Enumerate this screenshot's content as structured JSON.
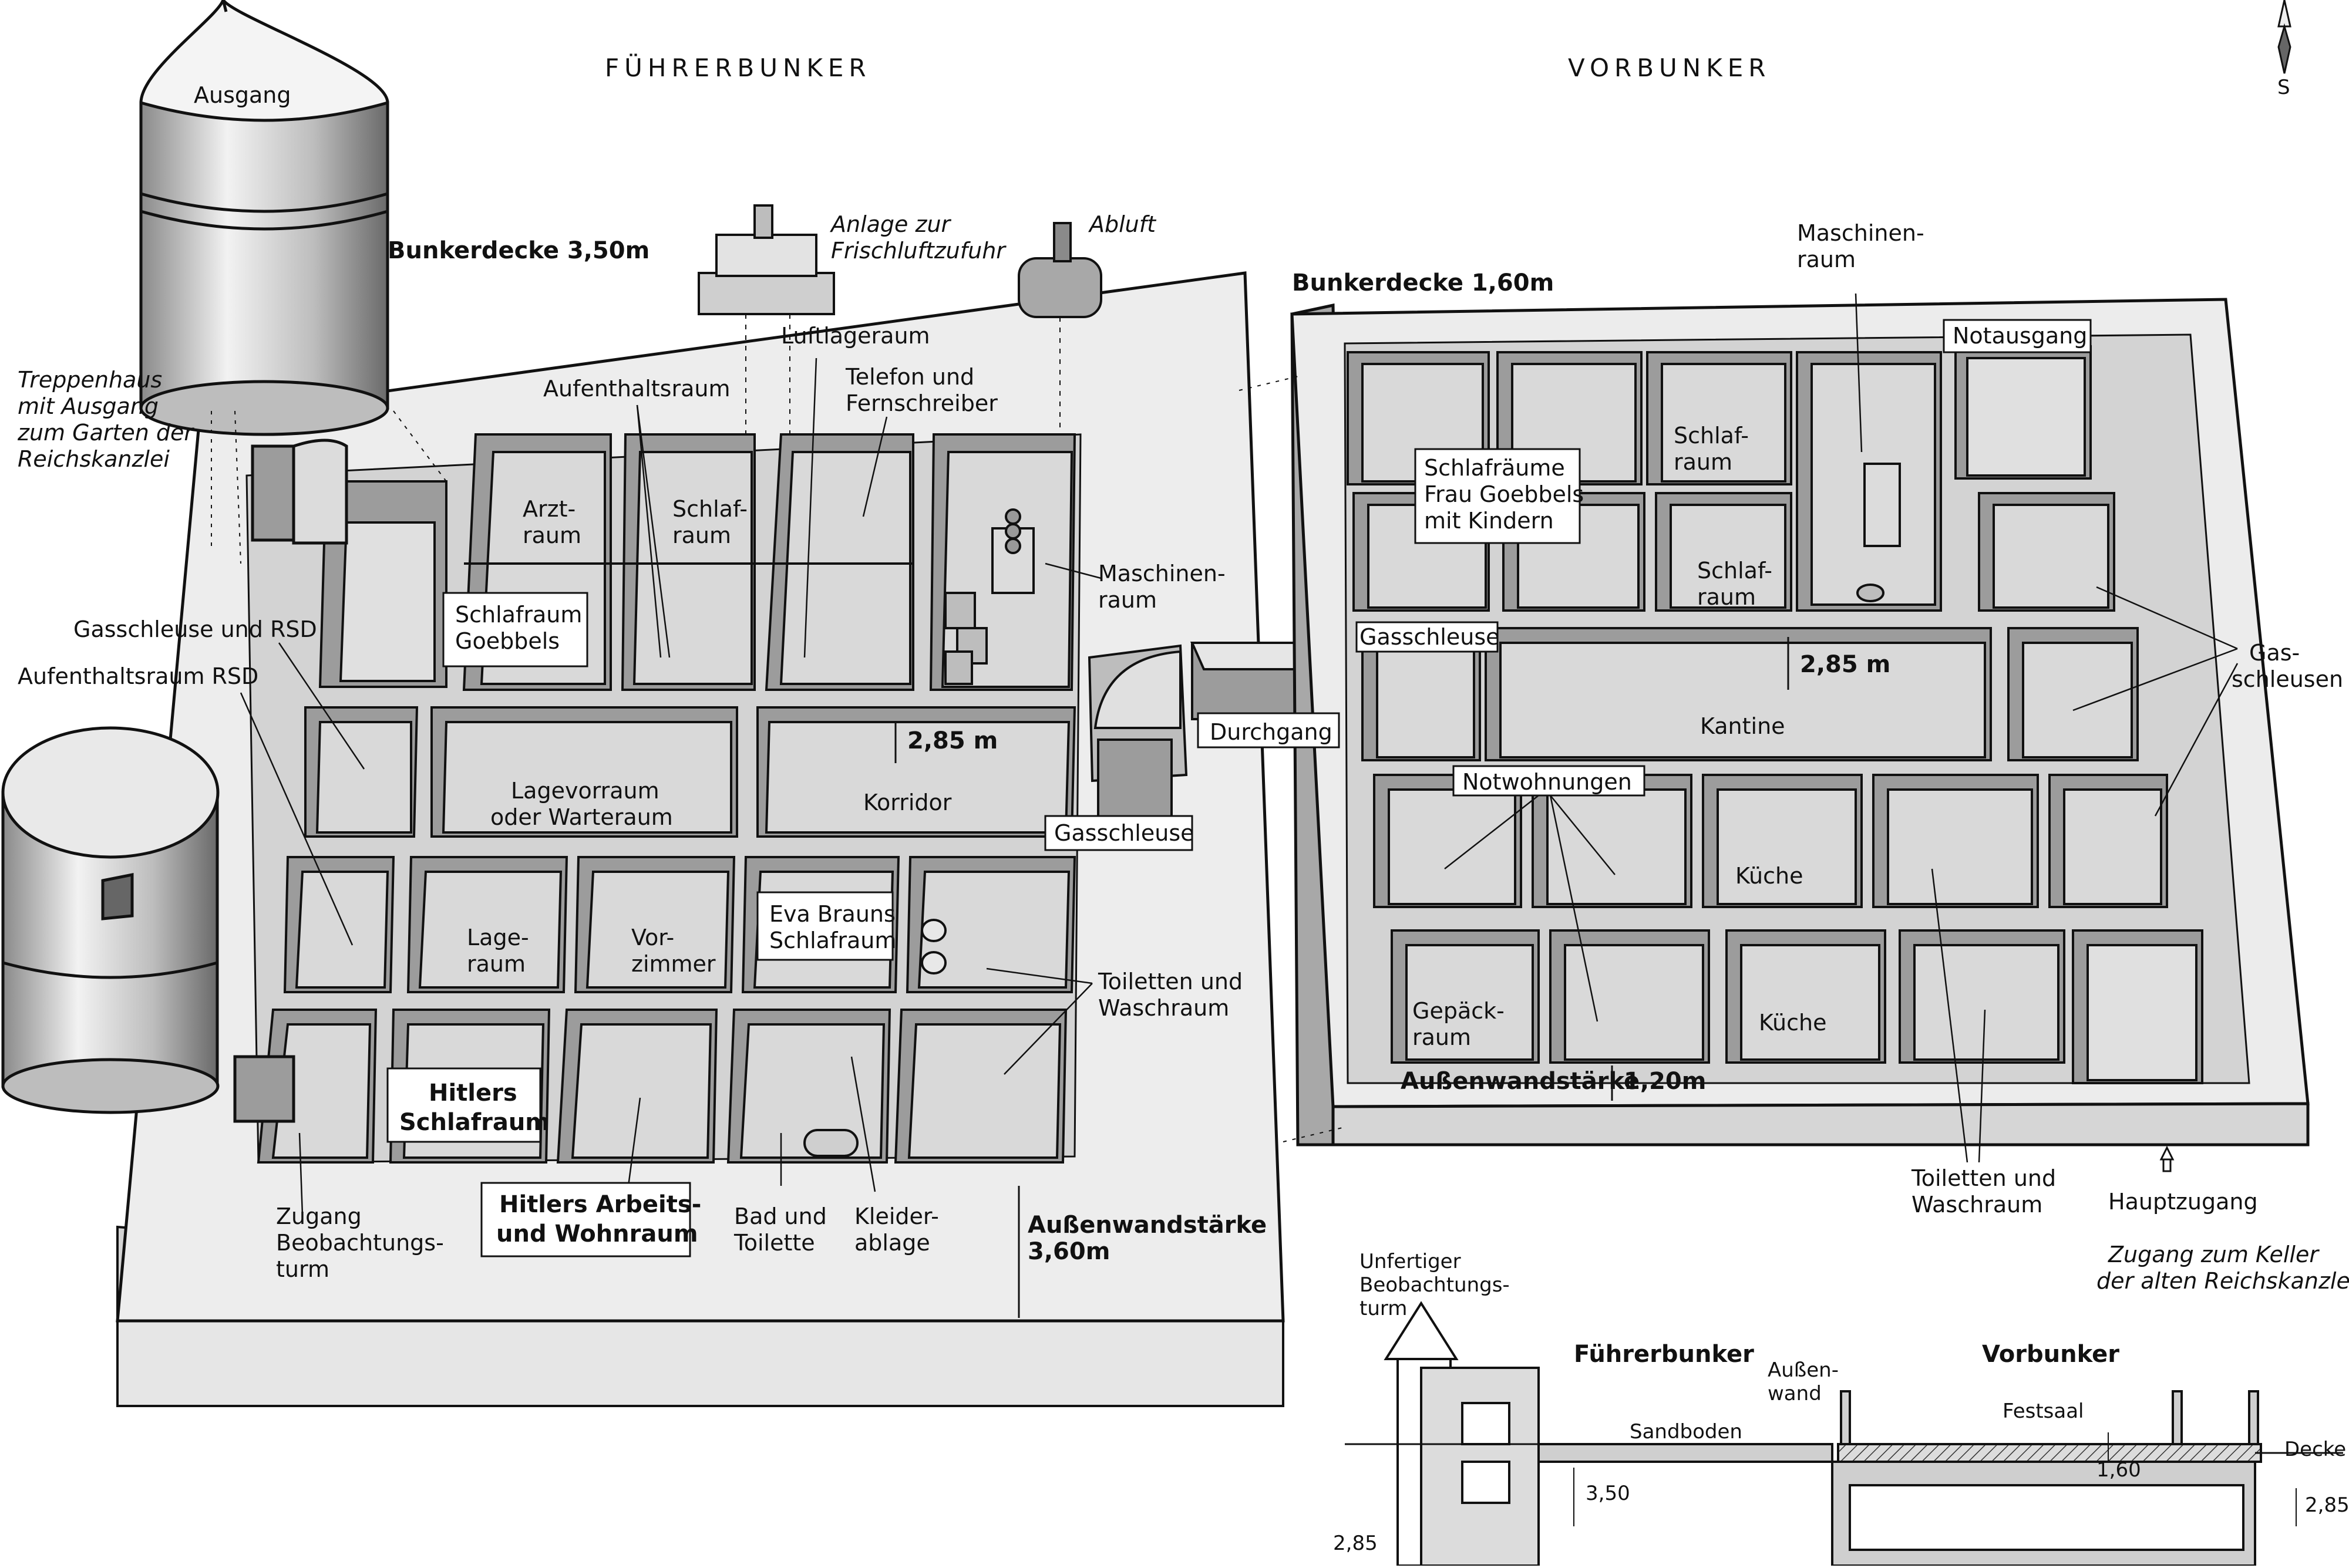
{
  "titles": {
    "fuehrerbunker": "FÜHRERBUNKER",
    "vorbunker": "VORBUNKER"
  },
  "compass": {
    "south": "S"
  },
  "fuehrerbunker": {
    "ceiling": "Bunkerdecke 3,50m",
    "outer_wall": [
      "Außenwandstärke",
      "3,60m"
    ],
    "stair_tower": "Ausgang",
    "stairwell_note": [
      "Treppenhaus",
      "mit Ausgang",
      "zum Garten der",
      "Reichskanzlei"
    ],
    "fresh_air": [
      "Anlage zur",
      "Frischluftzufuhr"
    ],
    "exhaust": "Abluft",
    "rooms": {
      "aufenthaltsraum": "Aufenthaltsraum",
      "luftlageraum": "Luftlageraum",
      "telefon": [
        "Telefon und",
        "Fernschreiber"
      ],
      "arzt": [
        "Arzt-",
        "raum"
      ],
      "schlaf": [
        "Schlaf-",
        "raum"
      ],
      "maschinen": [
        "Maschinen-",
        "raum"
      ],
      "schlafraum_goebbels": [
        "Schlafraum",
        "Goebbels"
      ],
      "gasschleuse_rsd": "Gasschleuse und RSD",
      "aufenthaltsraum_rsd": "Aufenthaltsraum RSD",
      "height": "2,85 m",
      "lagevorraum": [
        "Lagevorraum",
        "oder Warteraum"
      ],
      "korridor": "Korridor",
      "gasschleuse": "Gasschleuse",
      "lageraum": [
        "Lage-",
        "raum"
      ],
      "vorzimmer": [
        "Vor-",
        "zimmer"
      ],
      "eva": [
        "Eva Brauns",
        "Schlafraum"
      ],
      "toiletten": [
        "Toiletten und",
        "Waschraum"
      ],
      "hitler_schlaf": [
        "Hitlers",
        "Schlafraum"
      ],
      "hitler_arbeit": [
        "Hitlers Arbeits-",
        "und Wohnraum"
      ],
      "zugang": [
        "Zugang",
        "Beobachtungs-",
        "turm"
      ],
      "bad": [
        "Bad und",
        "Toilette"
      ],
      "kleider": [
        "Kleider-",
        "ablage"
      ]
    },
    "durchgang": "Durchgang"
  },
  "vorbunker": {
    "ceiling": "Bunkerdecke 1,60m",
    "outer_wall": "Außenwandstärke",
    "outer_wall_value": "1,20m",
    "rooms": {
      "maschinen": [
        "Maschinen-",
        "raum"
      ],
      "notausgang": "Notausgang",
      "schlafraeume": [
        "Schlafräume",
        "Frau Goebbels",
        "mit Kindern"
      ],
      "schlaf": [
        "Schlaf-",
        "raum"
      ],
      "gasschleuse": "Gasschleuse",
      "height": "2,85 m",
      "kantine": "Kantine",
      "gasschleusen": [
        "Gas-",
        "schleusen"
      ],
      "notwohnungen": "Notwohnungen",
      "kueche": "Küche",
      "gepaeck": [
        "Gepäck-",
        "raum"
      ],
      "toiletten": [
        "Toiletten und",
        "Waschraum"
      ],
      "hauptzugang": "Hauptzugang",
      "keller": [
        "Zugang zum Keller",
        "der alten Reichskanzlei"
      ]
    }
  },
  "section": {
    "tower": [
      "Unfertiger",
      "Beobachtungs-",
      "turm"
    ],
    "fuehrerbunker": "Führerbunker",
    "vorbunker": "Vorbunker",
    "aussenwand": [
      "Außen-",
      "wand"
    ],
    "festsaal": "Festsaal",
    "sandboden": "Sandboden",
    "decke": "Decke",
    "d350": "3,50",
    "d160": "1,60",
    "d285a": "2,85",
    "d285b": "2,85"
  },
  "colors": {
    "ink": "#111111",
    "floor": "#d9d9d9",
    "wall": "#9a9a9a",
    "slab": "#ececec",
    "shadow": "#6f6f6f"
  }
}
